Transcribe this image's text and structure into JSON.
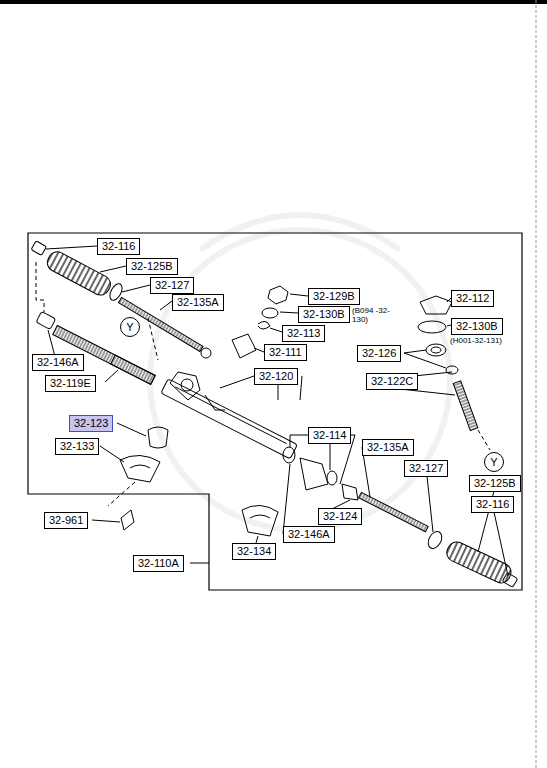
{
  "diagram": {
    "nodes": [
      {
        "text": [
          "32-116"
        ]
      },
      {
        "text": [
          "32-125B"
        ]
      },
      {
        "text": [
          "32-127"
        ]
      },
      {
        "text": [
          "32-129B"
        ]
      },
      {
        "text": [
          "32-135A"
        ]
      },
      {
        "text": [
          "32-112"
        ]
      },
      {
        "text": [
          "32-130B"
        ]
      },
      {
        "text": [
          "32-113"
        ]
      },
      {
        "text": [
          "32-130B"
        ]
      },
      {
        "text": [
          "Y"
        ]
      },
      {
        "text": [
          "32-111"
        ]
      },
      {
        "text": [
          "32-126"
        ]
      },
      {
        "text": [
          "32-146A"
        ]
      },
      {
        "text": [
          "32-120"
        ]
      },
      {
        "text": [
          "32-122C"
        ]
      },
      {
        "text": [
          "32-119E"
        ]
      },
      {
        "text": [
          "32-123"
        ]
      },
      {
        "text": [
          "32-114"
        ]
      },
      {
        "text": [
          "32-135A"
        ]
      },
      {
        "text": [
          "32-133"
        ]
      },
      {
        "text": [
          "Y"
        ]
      },
      {
        "text": [
          "32-127"
        ]
      },
      {
        "text": [
          "32-125B"
        ]
      },
      {
        "text": [
          "32-116"
        ]
      },
      {
        "text": [
          "32-124"
        ]
      },
      {
        "text": [
          "32-961"
        ]
      },
      {
        "text": [
          "32-146A"
        ]
      },
      {
        "text": [
          "32-134"
        ]
      },
      {
        "text": [
          "32-110A"
        ]
      }
    ],
    "labels": [
      "(B094 -32-130)",
      "(H001-32-131)"
    ]
  }
}
